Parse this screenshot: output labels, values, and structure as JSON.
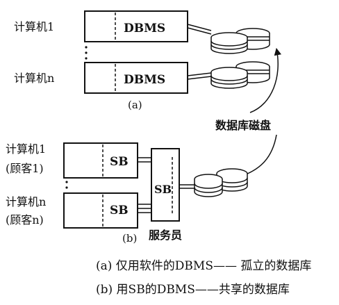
{
  "part_a": {
    "computer_1": "计算机1",
    "computer_n": "计算机n",
    "dbms_1": "DBMS",
    "dbms_n": "DBMS",
    "label": "(a)"
  },
  "disk_label": "数据库磁盘",
  "part_b": {
    "computer_1": "计算机1",
    "client_1": "(顾客1)",
    "computer_n": "计算机n",
    "client_n": "(顾客n)",
    "sb_1": "SB",
    "sb_n": "SB",
    "server_sb": "SB",
    "server_label": "服务员",
    "label": "(b)"
  },
  "captions": {
    "a": "(a)  仅用软件的DBMS—— 孤立的数据库",
    "b": "(b)  用SB的DBMS——共享的数据库"
  }
}
